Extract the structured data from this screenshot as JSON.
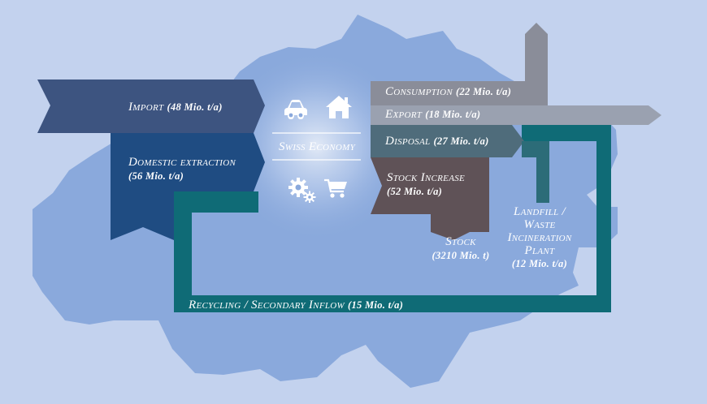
{
  "colors": {
    "background": "#c3d2ee",
    "map": "#8aa9dc",
    "import": "#3d5480",
    "domestic": "#1f4c82",
    "consumption": "#8a8d99",
    "export": "#9aa1b0",
    "disposal": "#4f6c7b",
    "stock": "#5f5257",
    "recycling": "#0f6b76",
    "glow": "#ffffff"
  },
  "diagram": {
    "import": {
      "name": "Import",
      "value": "(48 Mio. t/a)"
    },
    "domestic": {
      "name": "Domestic extraction",
      "value": "(56 Mio. t/a)"
    },
    "economy": {
      "name": "Swiss Economy"
    },
    "consumption": {
      "name": "Consumption",
      "value": "(22 Mio. t/a)"
    },
    "export": {
      "name": "Export",
      "value": "(18 Mio. t/a)"
    },
    "disposal": {
      "name": "Disposal",
      "value": "(27 Mio. t/a)"
    },
    "stock_increase": {
      "name": "Stock Increase",
      "value": "(52 Mio. t/a)"
    },
    "stock": {
      "name": "Stock",
      "value": "(3210 Mio. t)"
    },
    "landfill": {
      "line1": "Landfill /",
      "line2": "Waste",
      "line3": "Incineration",
      "line4": "Plant",
      "value": "(12 Mio. t/a)"
    },
    "recycling": {
      "name": "Recycling / Secondary Inflow",
      "value": "(15 Mio. t/a)"
    }
  },
  "icons": [
    "car-icon",
    "house-icon",
    "gears-icon",
    "cart-icon"
  ]
}
